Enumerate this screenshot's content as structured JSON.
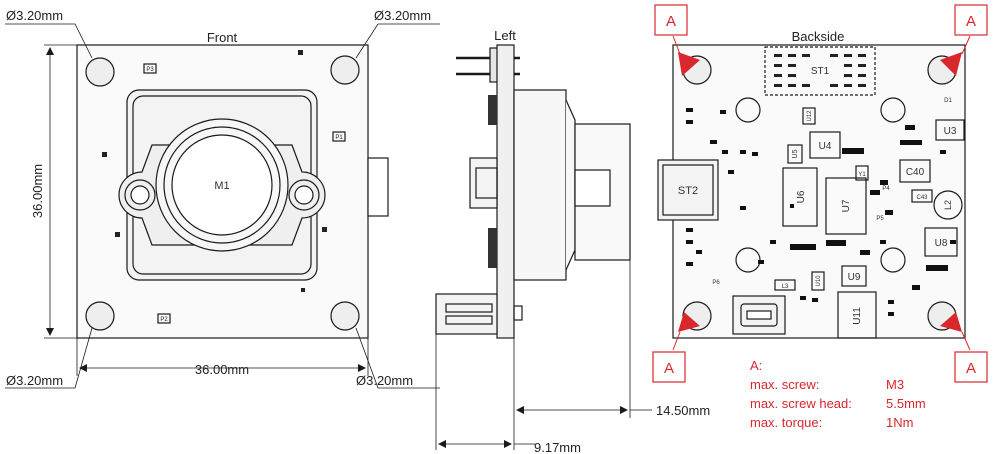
{
  "views": {
    "front": "Front",
    "left": "Left",
    "back": "Backside"
  },
  "front": {
    "hole_tl": "Ø3.20mm",
    "hole_tr": "Ø3.20mm",
    "hole_bl": "Ø3.20mm",
    "hole_br": "Ø3.20mm",
    "height_dim": "36.00mm",
    "width_dim": "36.00mm",
    "lens_label": "M1",
    "p1": "P1",
    "p2": "P2",
    "p3": "P3"
  },
  "side": {
    "depth_dim": "14.50mm",
    "pcb_dim": "9.17mm"
  },
  "back": {
    "components": {
      "st1": "ST1",
      "st2": "ST2",
      "u3": "U3",
      "u4": "U4",
      "u5": "U5",
      "u6": "U6",
      "u7": "U7",
      "u8": "U8",
      "u9": "U9",
      "u10": "U10",
      "u11": "U11",
      "u12": "U12",
      "c40": "C40",
      "c43": "C43",
      "l2": "L2",
      "l3": "L3",
      "p4": "P4",
      "p5": "P5",
      "p6": "P6",
      "d1": "D1",
      "y1": "Y1"
    },
    "marker": "A",
    "notes": {
      "title": "A:",
      "screw_label": "max. screw:",
      "screw_value": "M3",
      "head_label": "max. screw head:",
      "head_value": "5.5mm",
      "torque_label": "max. torque:",
      "torque_value": "1Nm"
    }
  },
  "colors": {
    "note_red": "#d9272e",
    "line": "#1a1a1a",
    "fill_gray": "#f3f3f3"
  }
}
